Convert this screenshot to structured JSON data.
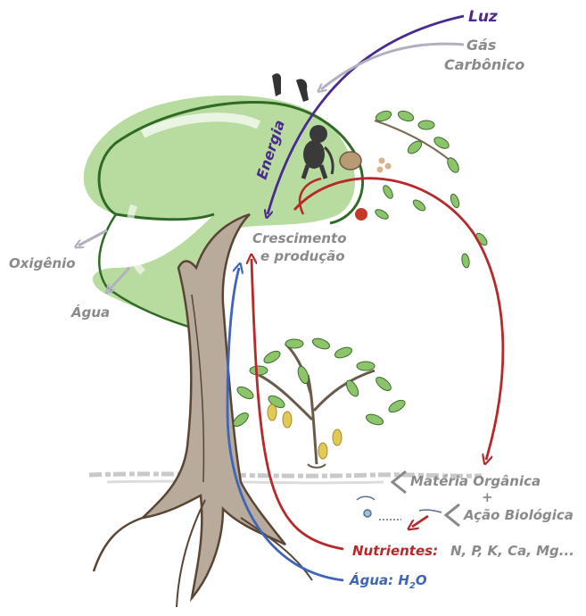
{
  "labels": {
    "luz": "Luz",
    "gas_line1": "Gás",
    "gas_line2": "Carbônico",
    "energia": "Energia",
    "crescimento_line1": "Crescimento",
    "crescimento_line2": "e produção",
    "oxigenio": "Oxigênio",
    "agua_out": "Água",
    "materia_organica": "Matéria Orgânica",
    "plus": "+",
    "acao_biologica": "Ação Biológica",
    "nutrientes_label": "Nutrientes:",
    "nutrientes_list": "N, P, K, Ca, Mg...",
    "agua_in": "Água: ",
    "h2o_h": "H",
    "h2o_sub": "2",
    "h2o_o": "O"
  },
  "colors": {
    "luz": "#4b2a8f",
    "energia": "#4b2a8f",
    "gas": "#a9a9b8",
    "grey_text": "#8a8a8a",
    "nutrient_arrow": "#b8282a",
    "water": "#3f65b8",
    "canopy": "#a6d08a",
    "canopy_edge": "#2f6b25",
    "trunk": "#5a4535",
    "trunk_fill": "#b8a898"
  }
}
